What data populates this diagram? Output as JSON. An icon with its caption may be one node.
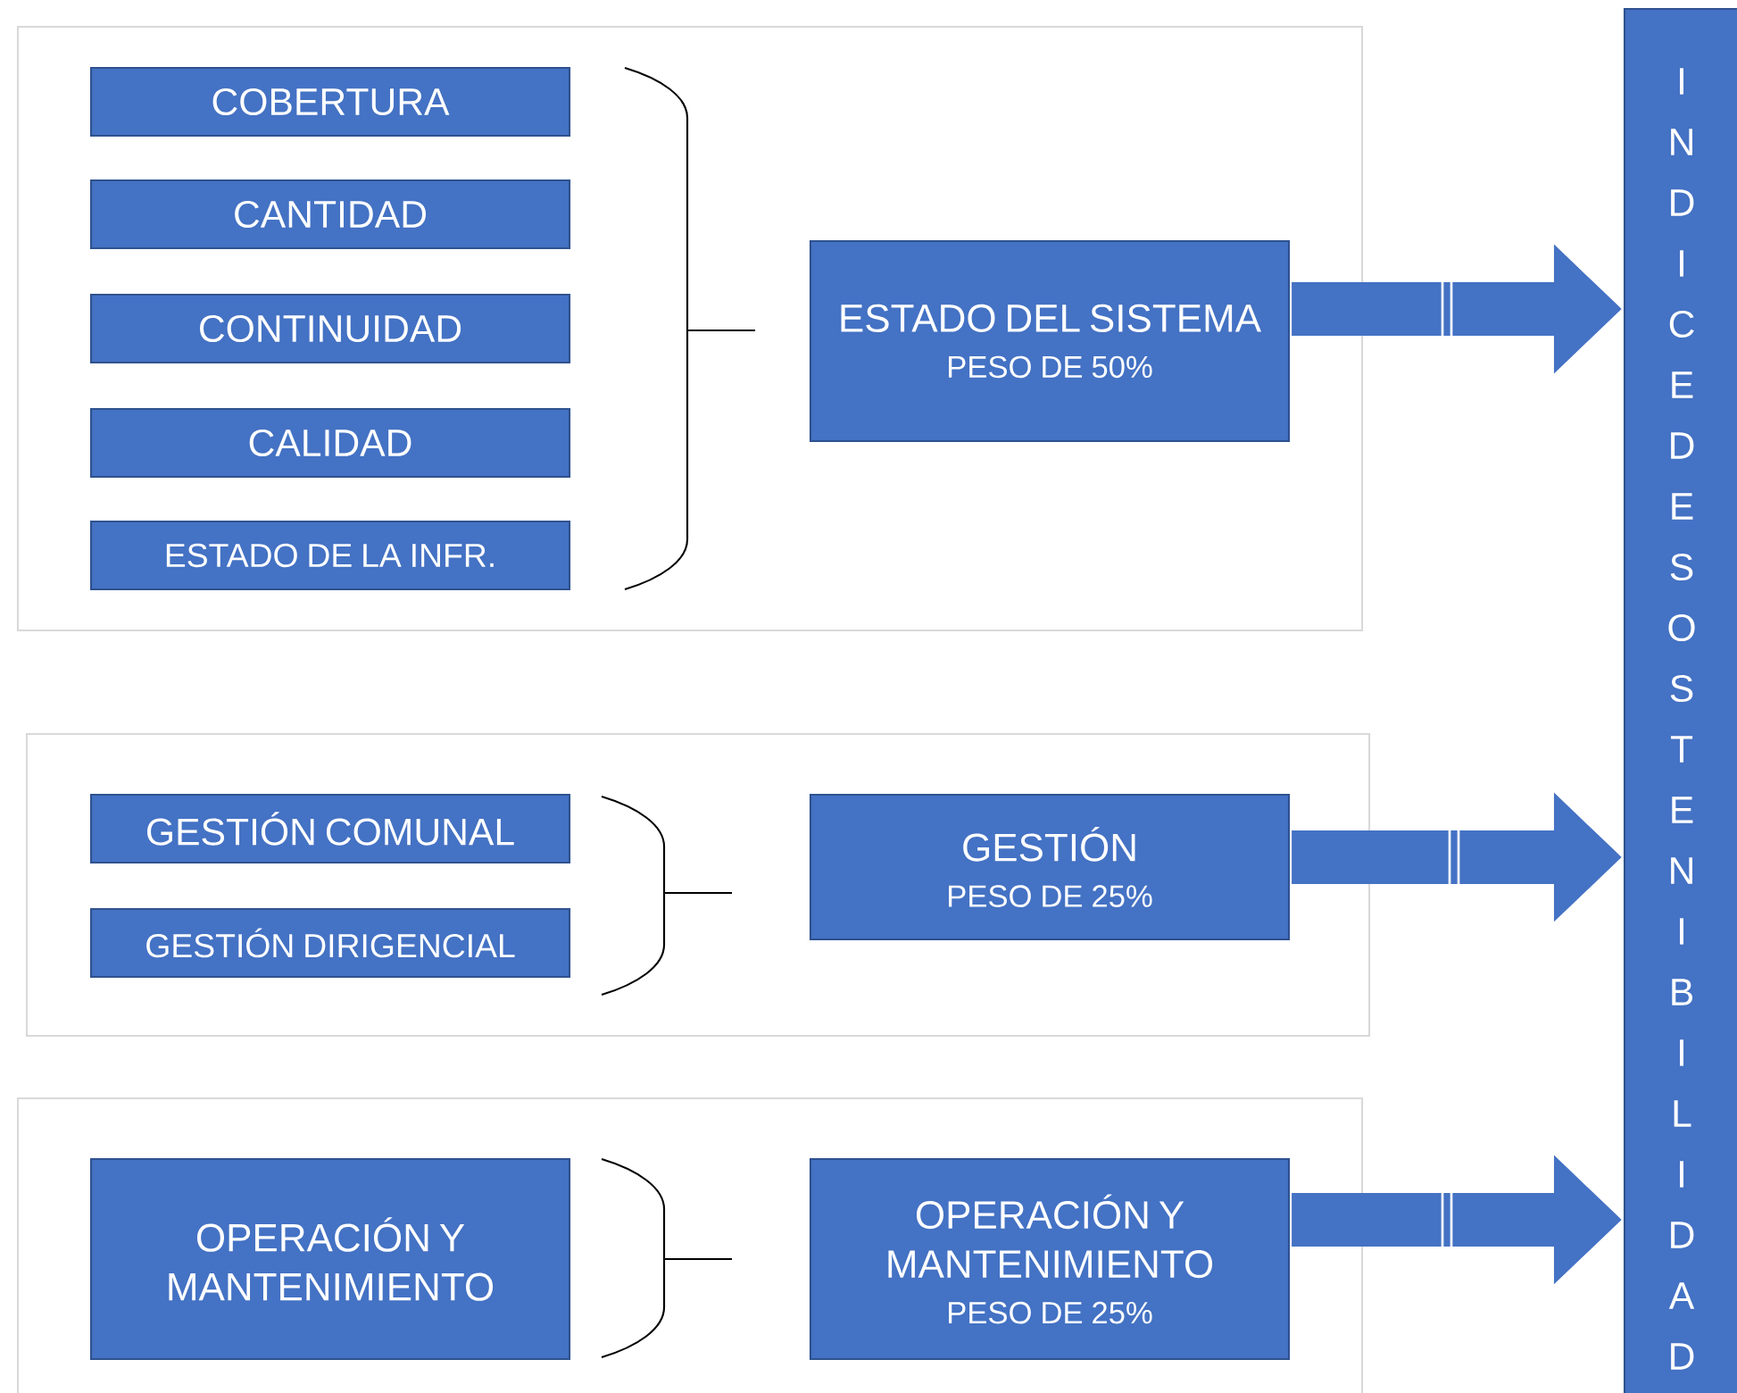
{
  "diagram": {
    "nodes": [
      {
        "text": [],
        "shape": "box"
      },
      {
        "text": [
          "COBERTURA"
        ],
        "in": 0
      },
      {
        "text": [
          "CANTIDAD"
        ],
        "in": 0
      },
      {
        "text": [
          "CONTINUIDAD"
        ],
        "in": 0
      },
      {
        "text": [
          "CALIDAD"
        ],
        "in": 0
      },
      {
        "text": [
          "ESTADO DE LA INFR."
        ],
        "in": 0
      },
      {
        "text": [
          "ESTADO DEL SISTEMA",
          "PESO DE 50%"
        ],
        "in": 0
      },
      {
        "text": [],
        "shape": "box"
      },
      {
        "text": [
          "GESTIÓN COMUNAL"
        ],
        "in": 7
      },
      {
        "text": [
          "GESTIÓN DIRIGENCIAL"
        ],
        "in": 7
      },
      {
        "text": [
          "GESTIÓN",
          "PESO DE 25%"
        ],
        "in": 7
      },
      {
        "text": [],
        "shape": "box"
      },
      {
        "text": [
          "OPERACIÓN Y MANTENIMIENTO"
        ],
        "in": 11
      },
      {
        "text": [
          "OPERACIÓN Y MANTENIMIENTO",
          "PESO DE 25%"
        ],
        "in": 11
      },
      {
        "text": [
          "I N D I C E D E S O S T E N I B I L I D A D"
        ]
      }
    ],
    "edges": [
      {
        "from": 6,
        "to": 14,
        "arrow": "to"
      },
      {
        "from": 10,
        "to": 14,
        "arrow": "to"
      },
      {
        "from": 13,
        "to": 14,
        "arrow": "to"
      }
    ]
  }
}
